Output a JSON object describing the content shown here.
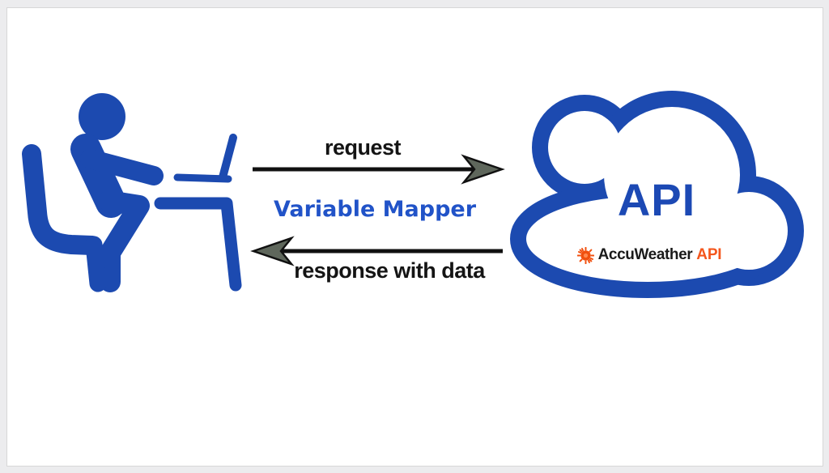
{
  "window": {
    "background_color": "#ececee",
    "canvas_color": "#ffffff",
    "canvas_border_color": "#d7d7d7"
  },
  "diagram": {
    "center_label": "Variable Mapper",
    "request_label": "request",
    "response_label": "response with data",
    "api_label": "API",
    "logo": {
      "brand": "AccuWeather",
      "suffix": "API"
    },
    "icons": [
      "person-at-desk-icon",
      "laptop-icon",
      "arrow-right-icon",
      "arrow-left-icon",
      "cloud-icon",
      "sun-icon"
    ],
    "colors": {
      "figure_blue": "#1c4ab0",
      "title_blue": "#2153c8",
      "api_text_blue": "#1c49b4",
      "arrow_black": "#111111",
      "arrowhead_fill": "#5f675c",
      "logo_orange": "#f1500f",
      "logo_text_dark": "#1a1a1a"
    }
  }
}
